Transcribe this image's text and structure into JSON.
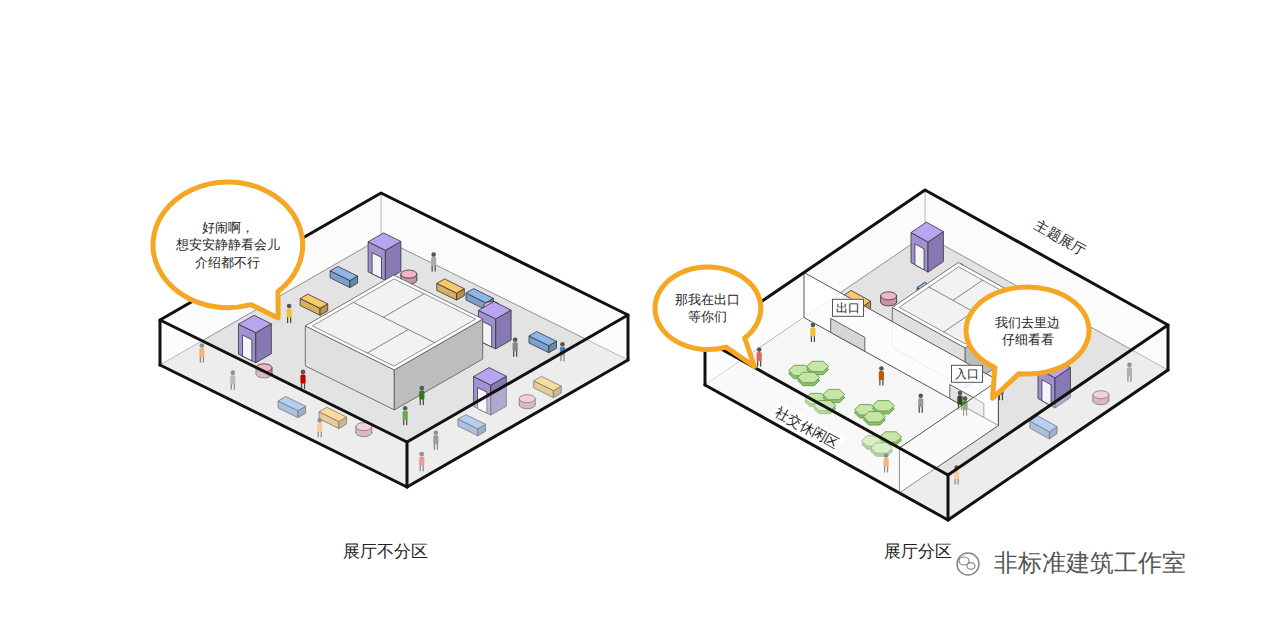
{
  "diagram": {
    "nodes": [
      {
        "text": [
          "好闹啊， 想安安静静看会儿 介绍都不行"
        ]
      },
      {
        "text": [
          "那我在出口 等你们"
        ]
      },
      {
        "text": [
          "我们去里边 仔细看看"
        ]
      }
    ],
    "labels": [
      "展厅不分区",
      "展厅分区",
      "主题展厅",
      "社交休闲区",
      "出口",
      "入口",
      "非标准建筑工作室"
    ]
  }
}
